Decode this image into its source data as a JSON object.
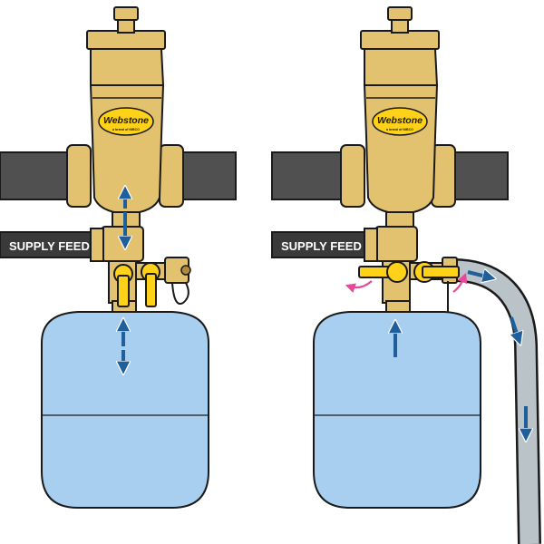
{
  "colors": {
    "brass": "#e3c26f",
    "brass_dark": "#c9a14a",
    "outline": "#1a1a1a",
    "pipe": "#505050",
    "tank": "#a9cff0",
    "valve_yellow": "#ffd21a",
    "hose": "#b9c3c8",
    "flow_arrow": "#1f5f9c",
    "rotate_arrow": "#e8489a",
    "label_bg": "#3a3a3a"
  },
  "panels": [
    {
      "brand": "Webstone",
      "brand_sub": "a brand of NIBCO",
      "feed_label": "SUPPLY FEED"
    },
    {
      "brand": "Webstone",
      "brand_sub": "a brand of NIBCO",
      "feed_label": "SUPPLY FEED"
    }
  ]
}
